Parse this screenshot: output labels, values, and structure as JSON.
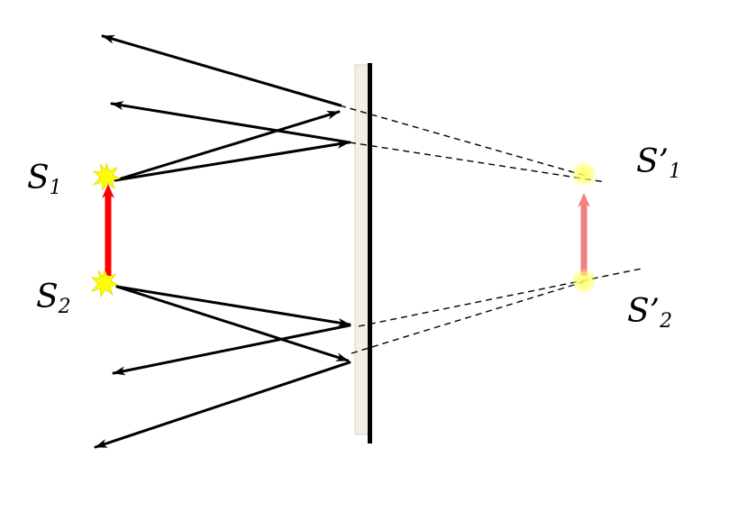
{
  "labels": {
    "s1": {
      "main": "S",
      "sub": "1"
    },
    "s2": {
      "main": "S",
      "sub": "2"
    },
    "s1_image": {
      "main": "S’",
      "sub": "1"
    },
    "s2_image": {
      "main": "S’",
      "sub": "2"
    }
  },
  "colors": {
    "ray": "#000000",
    "virtual_ray": "#000000",
    "object_arrow": "#ff0000",
    "image_arrow": "#f08080",
    "source_star": "#ffff00",
    "image_glow": "#ffff66",
    "mirror_face": "#f1efe6",
    "mirror_back": "#000000"
  },
  "icons": {
    "source": "star-burst",
    "image": "soft-glow"
  }
}
